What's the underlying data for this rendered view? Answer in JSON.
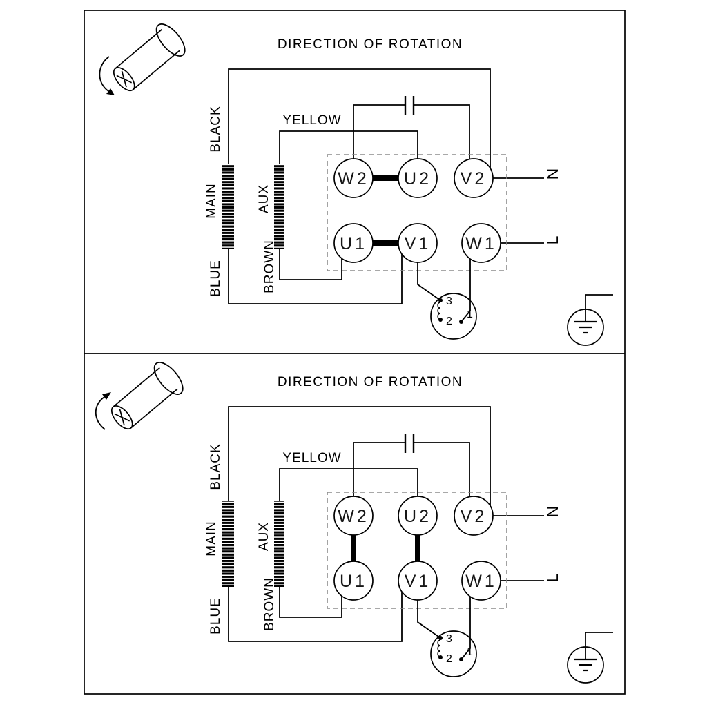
{
  "colors": {
    "ink": "#000000",
    "dashed_outline": "#8c8c8c",
    "background": "#ffffff"
  },
  "panels": [
    {
      "title": "DIRECTION OF ROTATION",
      "wire_labels": {
        "black": "BLACK",
        "yellow": "YELLOW",
        "main": "MAIN",
        "aux": "AUX",
        "brown": "BROWN",
        "blue": "BLUE"
      },
      "terminals": {
        "w2": "W2",
        "u2": "U2",
        "v2": "V2",
        "u1": "U1",
        "v1": "V1",
        "w1": "W1"
      },
      "power": {
        "neutral": "N",
        "line": "L"
      },
      "thermal_switch": {
        "terminal_3": "3",
        "terminal_2": "2",
        "terminal_1": "1"
      }
    },
    {
      "title": "DIRECTION OF ROTATION",
      "wire_labels": {
        "black": "BLACK",
        "yellow": "YELLOW",
        "main": "MAIN",
        "aux": "AUX",
        "brown": "BROWN",
        "blue": "BLUE"
      },
      "terminals": {
        "w2": "W2",
        "u2": "U2",
        "v2": "V2",
        "u1": "U1",
        "v1": "V1",
        "w1": "W1"
      },
      "power": {
        "neutral": "N",
        "line": "L"
      },
      "thermal_switch": {
        "terminal_3": "3",
        "terminal_2": "2",
        "terminal_1": "1"
      }
    }
  ]
}
